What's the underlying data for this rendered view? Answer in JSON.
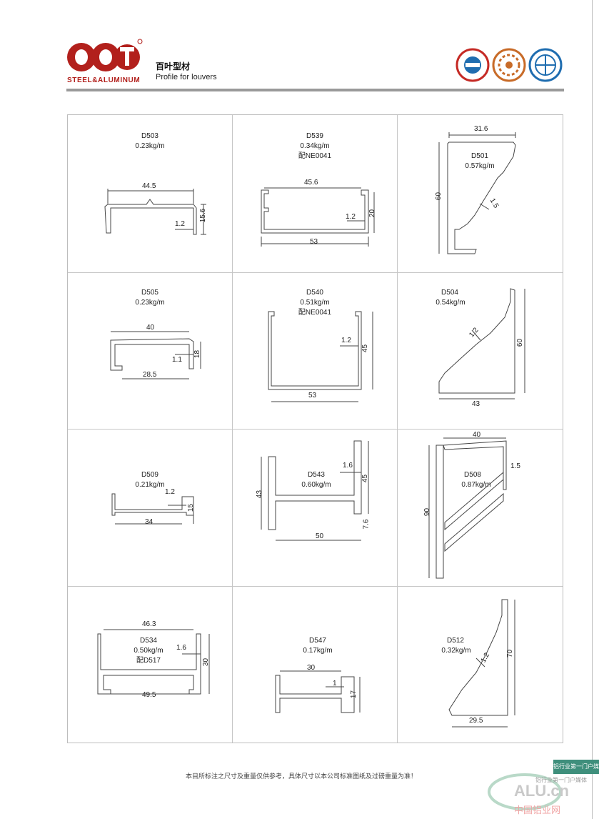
{
  "header": {
    "brand": "STEEL&ALUMINUM",
    "title_cn": "百叶型材",
    "title_en": "Profile for louvers",
    "logo_icon": "company-logo",
    "cert_icons": [
      "gb-cert-icon",
      "award-cert-icon",
      "asc-cert-icon"
    ],
    "colors": {
      "brand_red": "#b2201c",
      "cert_blue": "#1f6db0",
      "accent_green": "#3f8f7c"
    }
  },
  "profiles": [
    {
      "code": "D503",
      "weight": "0.23kg/m",
      "note": "",
      "dims": [
        "44.5",
        "1.2",
        "15.6"
      ]
    },
    {
      "code": "D539",
      "weight": "0.34kg/m",
      "note": "配NE0041",
      "dims": [
        "45.6",
        "1.2",
        "20",
        "53"
      ]
    },
    {
      "code": "D501",
      "weight": "0.57kg/m",
      "note": "",
      "dims": [
        "31.6",
        "60",
        "1.5"
      ]
    },
    {
      "code": "D505",
      "weight": "0.23kg/m",
      "note": "",
      "dims": [
        "40",
        "1.1",
        "18",
        "28.5"
      ]
    },
    {
      "code": "D540",
      "weight": "0.51kg/m",
      "note": "配NE0041",
      "dims": [
        "1.2",
        "45",
        "53"
      ]
    },
    {
      "code": "D504",
      "weight": "0.54kg/m",
      "note": "",
      "dims": [
        "1.2",
        "60",
        "43"
      ]
    },
    {
      "code": "D509",
      "weight": "0.21kg/m",
      "note": "",
      "dims": [
        "1.2",
        "15",
        "34"
      ]
    },
    {
      "code": "D543",
      "weight": "0.60kg/m",
      "note": "",
      "dims": [
        "1.6",
        "45",
        "43",
        "7.6",
        "50"
      ]
    },
    {
      "code": "D508",
      "weight": "0.87kg/m",
      "note": "",
      "dims": [
        "40",
        "1.5",
        "90"
      ]
    },
    {
      "code": "D534",
      "weight": "0.50kg/m",
      "note": "配D517",
      "dims": [
        "46.3",
        "1.6",
        "30",
        "49.5"
      ]
    },
    {
      "code": "D547",
      "weight": "0.17kg/m",
      "note": "",
      "dims": [
        "30",
        "1",
        "17"
      ]
    },
    {
      "code": "D512",
      "weight": "0.32kg/m",
      "note": "",
      "dims": [
        "1.2",
        "70",
        "29.5"
      ]
    }
  ],
  "footer": {
    "note": "本目所标注之尺寸及重量仅供参考，具体尺寸以本公司标准图纸及过磅重量为准！",
    "badge": "铝行业第一门户媒体",
    "watermark_site": "ALU.cn",
    "watermark_cn": "中国铝业网",
    "watermark_tag": "铝行业第一门户媒体"
  }
}
